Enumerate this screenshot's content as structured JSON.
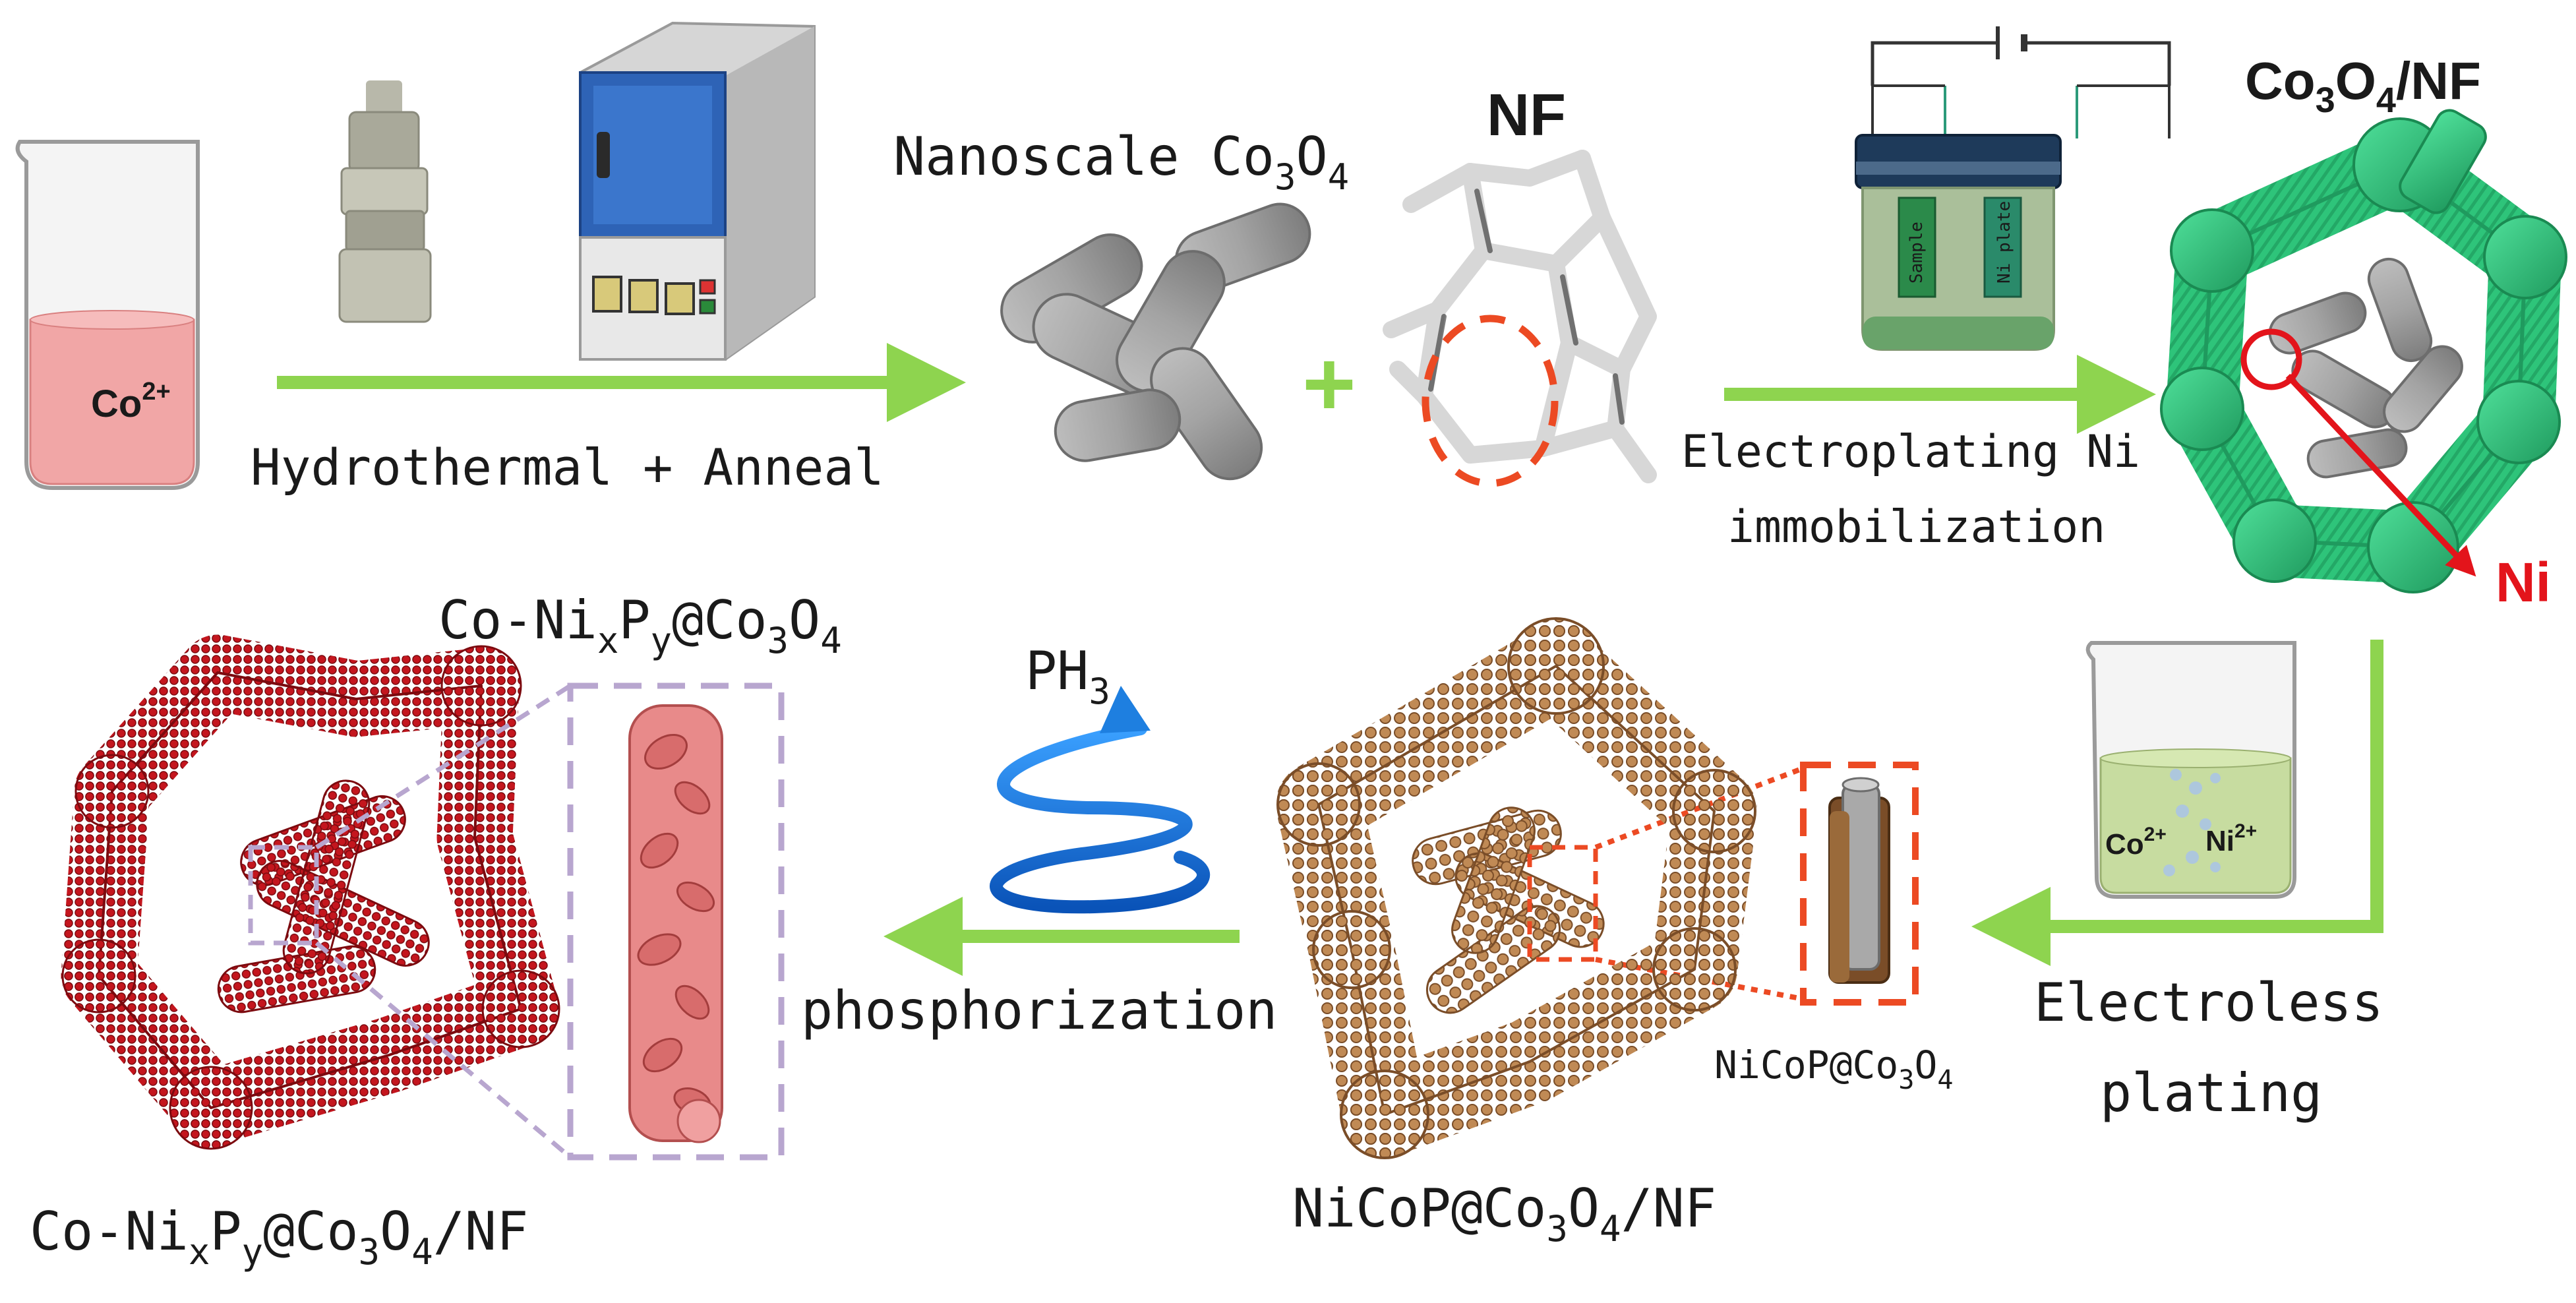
{
  "labels": {
    "beaker_ion": "Co",
    "beaker_ion_charge": "2+",
    "step1": "Hydrothermal + Anneal",
    "nanoscale_prefix": "Nanoscale Co",
    "nanoscale_sub1": "3",
    "nanoscale_o": "O",
    "nanoscale_sub2": "4",
    "nf": "NF",
    "plus": "+",
    "cell_sample": "Sample",
    "cell_ni_plate": "Ni plate",
    "step2_line1": "Electroplating Ni",
    "step2_line2": "immobilization",
    "co3o4_nf_co": "Co",
    "co3o4_nf_sub1": "3",
    "co3o4_nf_o": "O",
    "co3o4_nf_sub2": "4",
    "co3o4_nf_suffix": "/NF",
    "ni_pointer": "Ni",
    "bath_co": "Co",
    "bath_co_charge": "2+",
    "bath_ni": "Ni",
    "bath_ni_charge": "2+",
    "step3_line1": "Electroless",
    "step3_line2": "plating",
    "nicop_small_prefix": "NiCoP@Co",
    "nicop_small_sub1": "3",
    "nicop_small_o": "O",
    "nicop_small_sub2": "4",
    "nicop_nf_prefix": "NiCoP@Co",
    "nicop_nf_sub1": "3",
    "nicop_nf_o": "O",
    "nicop_nf_sub2": "4",
    "nicop_nf_suffix": "/NF",
    "ph3_main": "PH",
    "ph3_sub": "3",
    "step4": "phosphorization",
    "final_top_a": "Co-Ni",
    "final_top_x": "x",
    "final_top_p": "P",
    "final_top_y": "y",
    "final_top_at": "@Co",
    "final_top_sub1": "3",
    "final_top_o": "O",
    "final_top_sub2": "4",
    "final_bottom_a": "Co-Ni",
    "final_bottom_x": "x",
    "final_bottom_p": "P",
    "final_bottom_y": "y",
    "final_bottom_at": "@Co",
    "final_bottom_sub1": "3",
    "final_bottom_o": "O",
    "final_bottom_sub2": "4",
    "final_bottom_suffix": "/NF"
  },
  "colors": {
    "arrow": "#8ed44f",
    "foam_green": "#2ec47a",
    "foam_brown": "#b07a4a",
    "foam_red": "#b3121a",
    "rod_gray": "#9a9a9a",
    "pointer_red": "#e3141b",
    "dash_orange": "#ec4a23",
    "dash_purple": "#b8a6cf",
    "solution_pink": "#f1a6a6",
    "solution_green": "#c7dca0",
    "ph3_blue": "#1e7fe0"
  }
}
